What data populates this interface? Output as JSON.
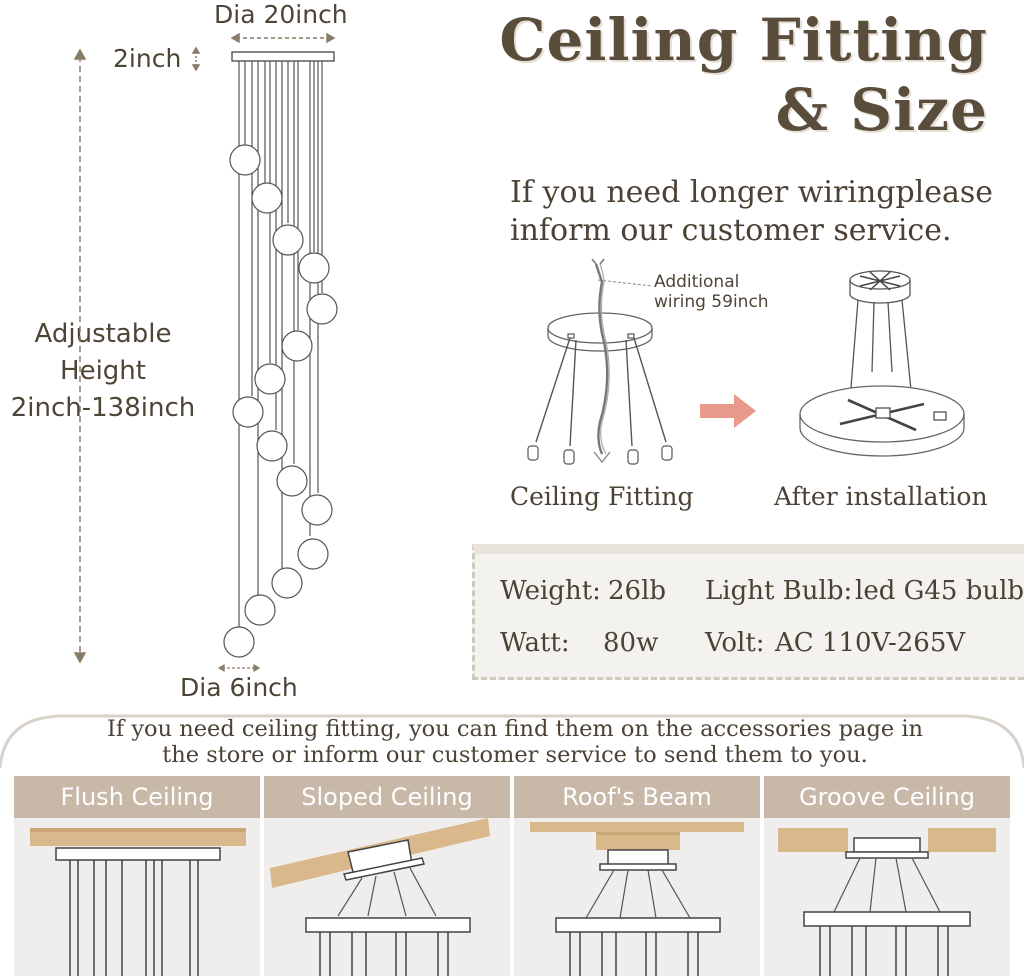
{
  "title": {
    "line1": "Ceiling Fitting",
    "line2": "& Size"
  },
  "notice": "If you need longer wiringplease inform our customer service.",
  "dimensions": {
    "canopy_diameter": "Dia 20inch",
    "canopy_height": "2inch",
    "adjustable_height": [
      "Adjustable",
      "Height",
      "2inch-138inch"
    ],
    "globe_diameter": "Dia 6inch"
  },
  "fitting": {
    "additional_wiring": [
      "Additional",
      "wiring 59inch"
    ],
    "caption_left": "Ceiling Fitting",
    "caption_right": "After installation"
  },
  "specs": {
    "weight_label": "Weight:",
    "weight_value": "26lb",
    "bulb_label": "Light Bulb:",
    "bulb_value": "led G45 bulb",
    "watt_label": "Watt:",
    "watt_value": "80w",
    "volt_label": "Volt:",
    "volt_value": "AC 110V-265V"
  },
  "accessories_note": [
    "If you need ceiling fitting, you can find them on the accessories page in",
    "the store or inform our customer service to send them to you."
  ],
  "ceiling_types": [
    {
      "label": "Flush Ceiling"
    },
    {
      "label": "Sloped Ceiling"
    },
    {
      "label": "Roof's Beam"
    },
    {
      "label": "Groove Ceiling"
    }
  ],
  "colors": {
    "text": "#4b4134",
    "accent_arrow": "#e8998a",
    "card_header": "#c7b8a7",
    "wood": "#d9b98c"
  }
}
